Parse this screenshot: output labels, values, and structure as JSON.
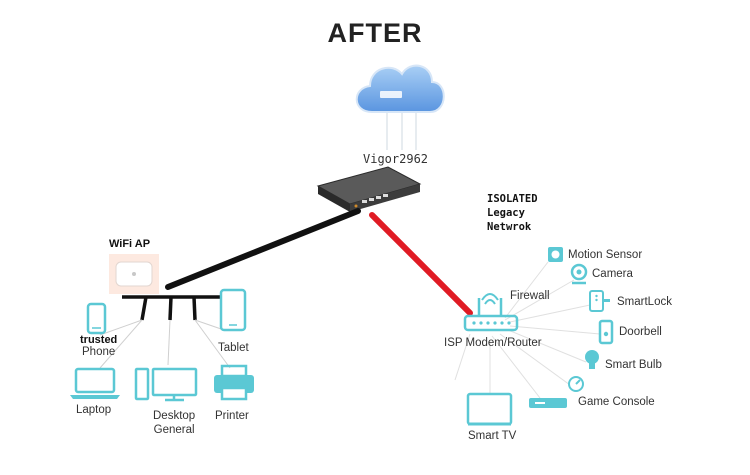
{
  "title": "AFTER",
  "router_label": "Vigor2962",
  "isolated_block": {
    "line1": "ISOLATED",
    "line2": "Legacy",
    "line3": "Netwrok"
  },
  "wifi_ap_label": "WiFi AP",
  "trusted_side": {
    "phone": {
      "line1": "trusted",
      "line2": "Phone"
    },
    "tablet": "Tablet",
    "laptop": "Laptop",
    "desktop": {
      "line1": "Desktop",
      "line2": "General"
    },
    "printer": "Printer"
  },
  "legacy_side": {
    "modem": "ISP Modem/Router",
    "firewall": "Firewall",
    "motion_sensor": "Motion Sensor",
    "camera": "Camera",
    "smartlock": "SmartLock",
    "doorbell": "Doorbell",
    "smart_bulb": "Smart Bulb",
    "game_console": "Game Console",
    "smart_tv": "Smart TV"
  },
  "colors": {
    "device": "#5bc8d4",
    "trusted_link": "#111111",
    "isolated_link": "#e01b24",
    "cloud": "#7fb3ea"
  },
  "icons": [
    "cloud-icon",
    "router-icon",
    "access-point-icon",
    "phone-icon",
    "tablet-icon",
    "laptop-icon",
    "desktop-icon",
    "printer-icon",
    "modem-icon",
    "motion-sensor-icon",
    "camera-icon",
    "smartlock-icon",
    "doorbell-icon",
    "bulb-icon",
    "game-console-icon",
    "tv-icon"
  ]
}
